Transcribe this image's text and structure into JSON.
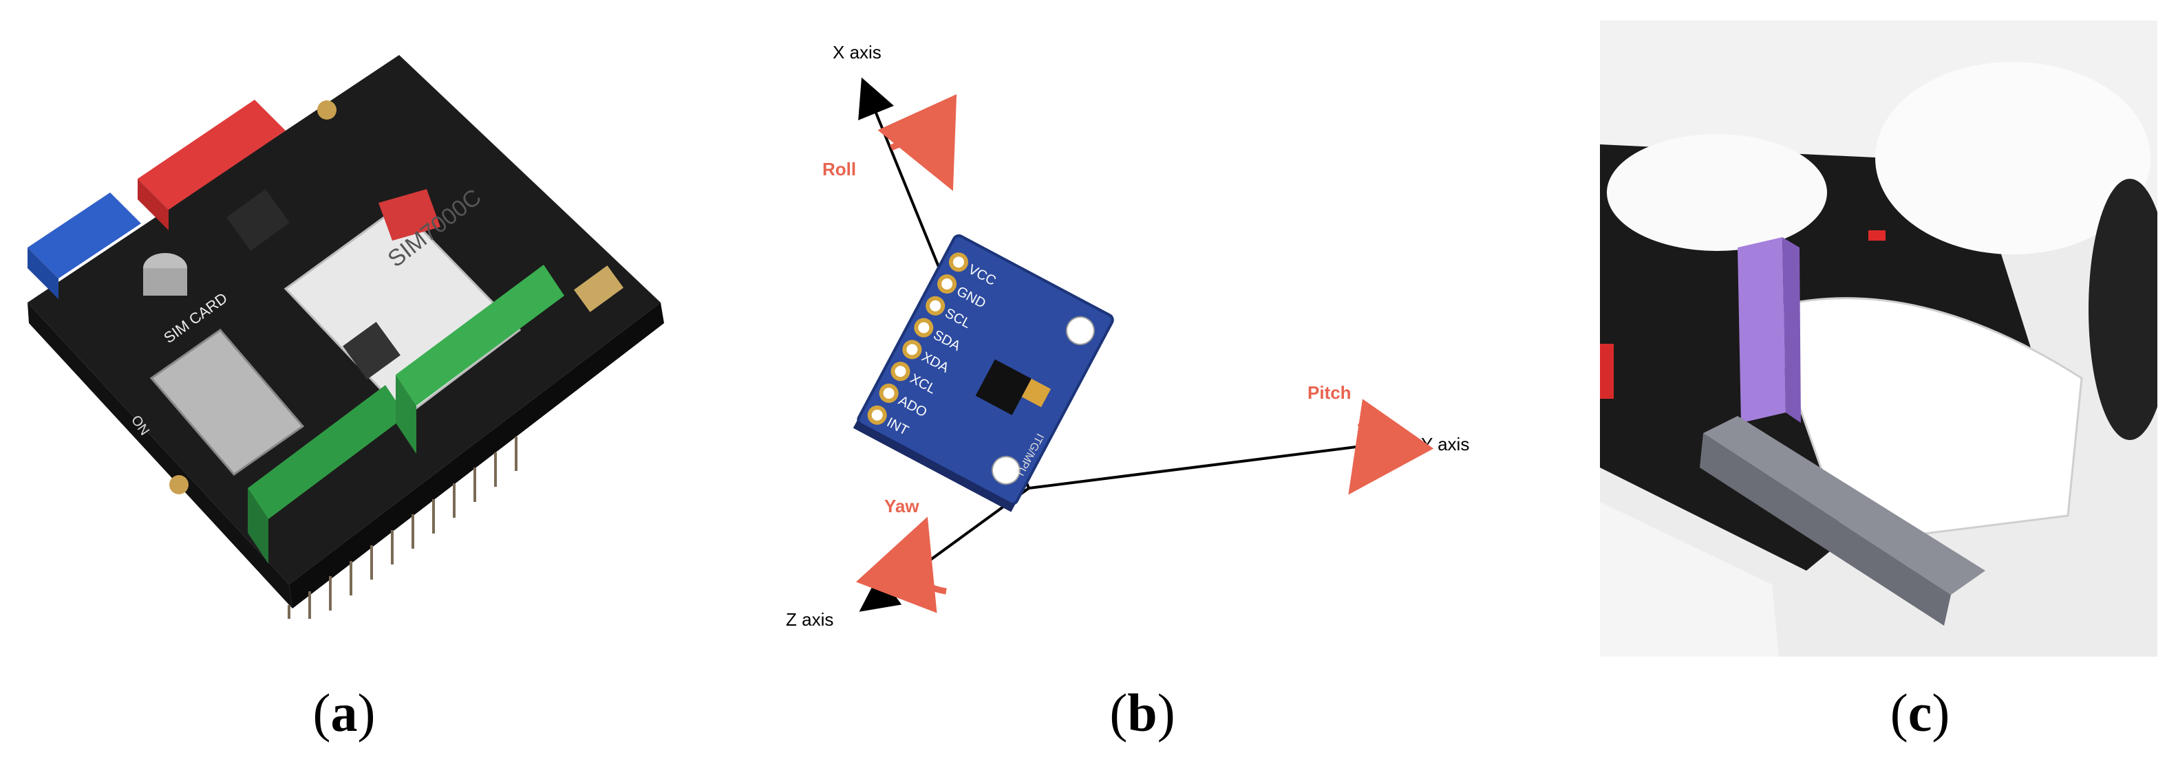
{
  "panel_a": {
    "sim_card_label": "SIM CARD",
    "on_label": "ON",
    "module_label": "SIM7000C"
  },
  "panel_b": {
    "axes": {
      "x": "X axis",
      "y": "Y axis",
      "z": "Z axis"
    },
    "rotations": {
      "roll": "Roll",
      "pitch": "Pitch",
      "yaw": "Yaw"
    },
    "pins": [
      "VCC",
      "GND",
      "SCL",
      "SDA",
      "XDA",
      "XCL",
      "ADO",
      "INT"
    ],
    "chip_label": "ITG/MPU",
    "arrow_color": "#e8644f",
    "board_color": "#2d4ba0"
  },
  "captions": {
    "a": "a",
    "b": "b",
    "c": "c"
  }
}
